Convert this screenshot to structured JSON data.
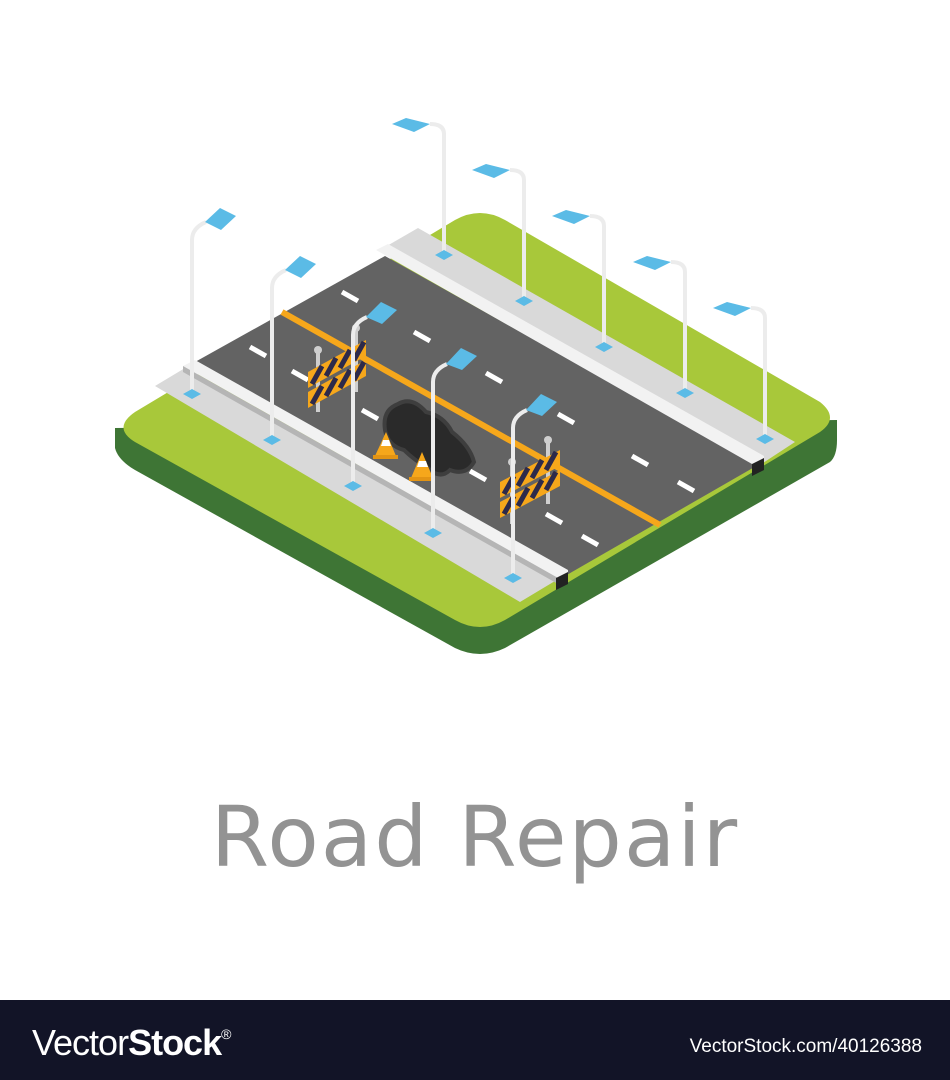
{
  "illustration": {
    "subject": "isometric road repair scene",
    "elements": [
      "grass-platform",
      "sidewalk",
      "road",
      "lane-markings",
      "center-line",
      "street-lamps",
      "barricades",
      "traffic-cones",
      "pothole"
    ],
    "colors": {
      "grass_top": "#a8c83a",
      "grass_side": "#3e7535",
      "sidewalk": "#d9d9d9",
      "curb": "#f2f2f2",
      "road": "#636363",
      "center_line": "#f6a71b",
      "lane_dash": "#ffffff",
      "lamp_head": "#5bbbe6",
      "pothole": "#2a2a2a",
      "barricade_stripe_a": "#f6a71b",
      "barricade_stripe_b": "#2d2a4a"
    }
  },
  "caption": {
    "title": "Road Repair",
    "color": "#939393"
  },
  "footer": {
    "brand_light": "Vector",
    "brand_bold": "Stock",
    "brand_mark": "®",
    "reference": "VectorStock.com/40126388",
    "background": "#121427"
  }
}
